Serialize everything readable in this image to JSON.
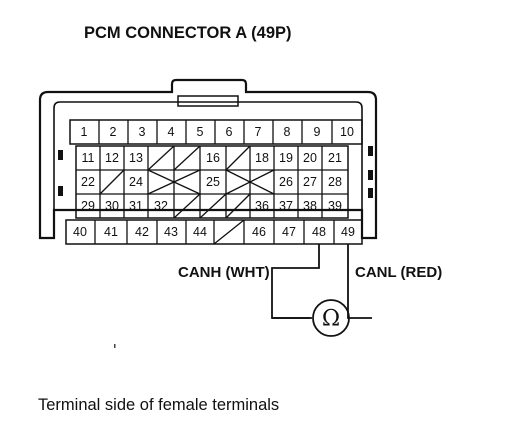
{
  "title": "PCM CONNECTOR A (49P)",
  "caption": "Terminal side of female terminals",
  "probe_labels": {
    "canh": "CANH (WHT)",
    "canl": "CANL (RED)"
  },
  "meter_symbol": "Ω",
  "rows": [
    [
      "1",
      "2",
      "3",
      "4",
      "5",
      "6",
      "7",
      "8",
      "9",
      "10"
    ],
    [
      "11",
      "12",
      "13",
      "",
      "",
      "16",
      "",
      "18",
      "19",
      "20",
      "21"
    ],
    [
      "22",
      "",
      "24",
      "",
      "",
      "25",
      "",
      "",
      "26",
      "27",
      "28"
    ],
    [
      "29",
      "30",
      "31",
      "32",
      "",
      "",
      "",
      "36",
      "37",
      "38",
      "39"
    ],
    [
      "40",
      "41",
      "42",
      "43",
      "44",
      "",
      "46",
      "47",
      "48",
      "49"
    ]
  ]
}
